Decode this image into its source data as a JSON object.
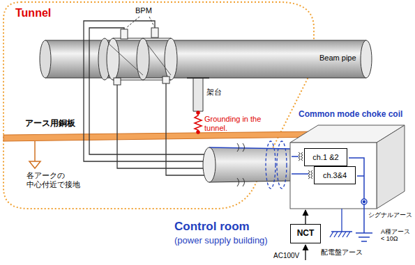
{
  "diagram": {
    "nodes": [
      {
        "text": [
          "ch.1 &2"
        ]
      },
      {
        "text": [
          "ch.3&4"
        ]
      },
      {
        "text": [
          "NCT"
        ]
      }
    ],
    "labels": [
      "Tunnel",
      "BPM",
      "Beam pipe",
      "架台",
      "Grounding in the tunnel.",
      "アース用銅板",
      "各アークの 中心付近で接地",
      "Common mode choke coil",
      "Control room",
      "(power supply building)",
      "AC100V",
      "配電盤アース",
      "A種アース < 10Ω",
      "シグナルアース"
    ]
  }
}
